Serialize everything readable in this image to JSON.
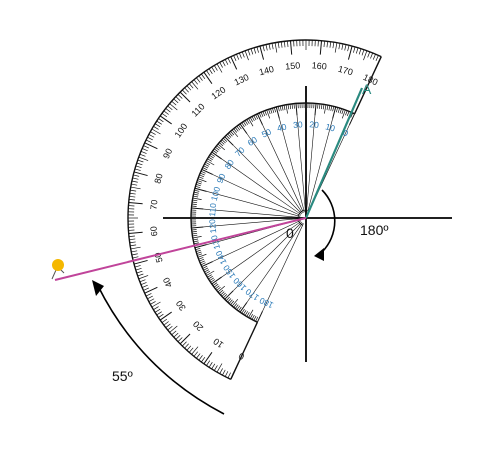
{
  "diagram": {
    "outer_scale_labels": [
      "0",
      "10",
      "20",
      "30",
      "40",
      "50",
      "60",
      "70",
      "80",
      "90",
      "100",
      "110",
      "120",
      "130",
      "140",
      "150",
      "160",
      "170",
      "180"
    ],
    "inner_scale_labels": [
      "180",
      "170",
      "160",
      "150",
      "140",
      "130",
      "120",
      "110",
      "100",
      "90",
      "80",
      "70",
      "60",
      "50",
      "40",
      "30",
      "20",
      "10",
      "0"
    ],
    "labels": {
      "center": "0",
      "point_a": "A",
      "angle_180": "180º",
      "angle_55": "55º"
    },
    "colors": {
      "scale_ink": "#111111",
      "inner_numbers": "#2a7ab8",
      "ray_a": "#2a8a80",
      "ray_rotated": "#c0449a",
      "point_marker": "#f5b800",
      "axes": "#000000"
    }
  }
}
